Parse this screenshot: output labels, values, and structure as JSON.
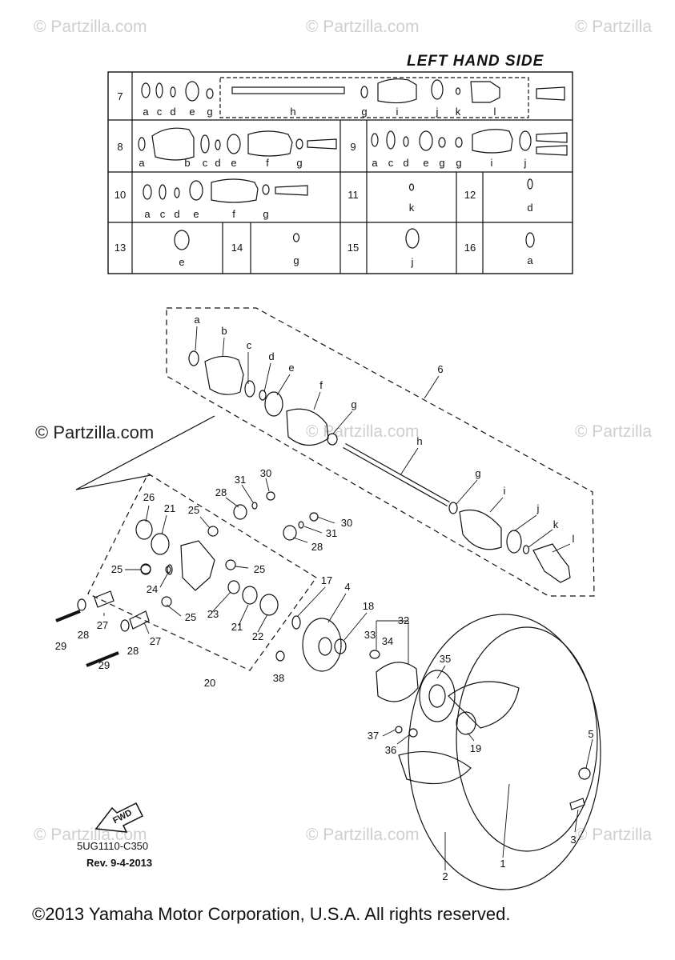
{
  "watermarks": {
    "top_left": "© Partzilla.com",
    "top_center": "© Partzilla.com",
    "top_right": "© Partzilla",
    "mid_left": "© Partzilla.com",
    "mid_center": "© Partzilla.com",
    "mid_right": "© Partzilla",
    "bottom_left": "© Partzilla.com",
    "bottom_center": "© Partzilla.com",
    "bottom_right": "© Partzilla"
  },
  "table": {
    "title": "LEFT HAND SIDE",
    "rows": [
      {
        "kit": "7",
        "letters": [
          "a",
          "c",
          "d",
          "e",
          "g",
          "h",
          "g",
          "i",
          "j",
          "k",
          "l"
        ]
      },
      {
        "kit": "8",
        "letters": [
          "a",
          "b",
          "c",
          "d",
          "e",
          "f",
          "g"
        ]
      },
      {
        "kit": "9",
        "letters": [
          "a",
          "c",
          "d",
          "e",
          "g",
          "g",
          "i",
          "j"
        ]
      },
      {
        "kit": "10",
        "letters": [
          "a",
          "c",
          "d",
          "e",
          "f",
          "g"
        ]
      },
      {
        "kit": "11",
        "letters": [
          "k"
        ]
      },
      {
        "kit": "12",
        "letters": [
          "d"
        ]
      },
      {
        "kit": "13",
        "letters": [
          "e"
        ]
      },
      {
        "kit": "14",
        "letters": [
          "g"
        ]
      },
      {
        "kit": "15",
        "letters": [
          "j"
        ]
      },
      {
        "kit": "16",
        "letters": [
          "a"
        ]
      }
    ]
  },
  "callouts": {
    "letters": [
      "a",
      "b",
      "c",
      "d",
      "e",
      "f",
      "g",
      "h",
      "g",
      "i",
      "j",
      "k",
      "l"
    ],
    "numbers": [
      "6",
      "26",
      "21",
      "25",
      "28",
      "31",
      "30",
      "30",
      "31",
      "28",
      "25",
      "25",
      "24",
      "27",
      "28",
      "29",
      "29",
      "28",
      "27",
      "25",
      "23",
      "21",
      "22",
      "20",
      "17",
      "4",
      "18",
      "33",
      "32",
      "34",
      "38",
      "35",
      "37",
      "36",
      "19",
      "5",
      "3",
      "1",
      "2"
    ]
  },
  "fwd_label": "FWD",
  "diagram_code": "5UG1110-C350",
  "revision": "Rev. 9-4-2013",
  "copyright": "©2013 Yamaha Motor Corporation, U.S.A. All rights reserved."
}
